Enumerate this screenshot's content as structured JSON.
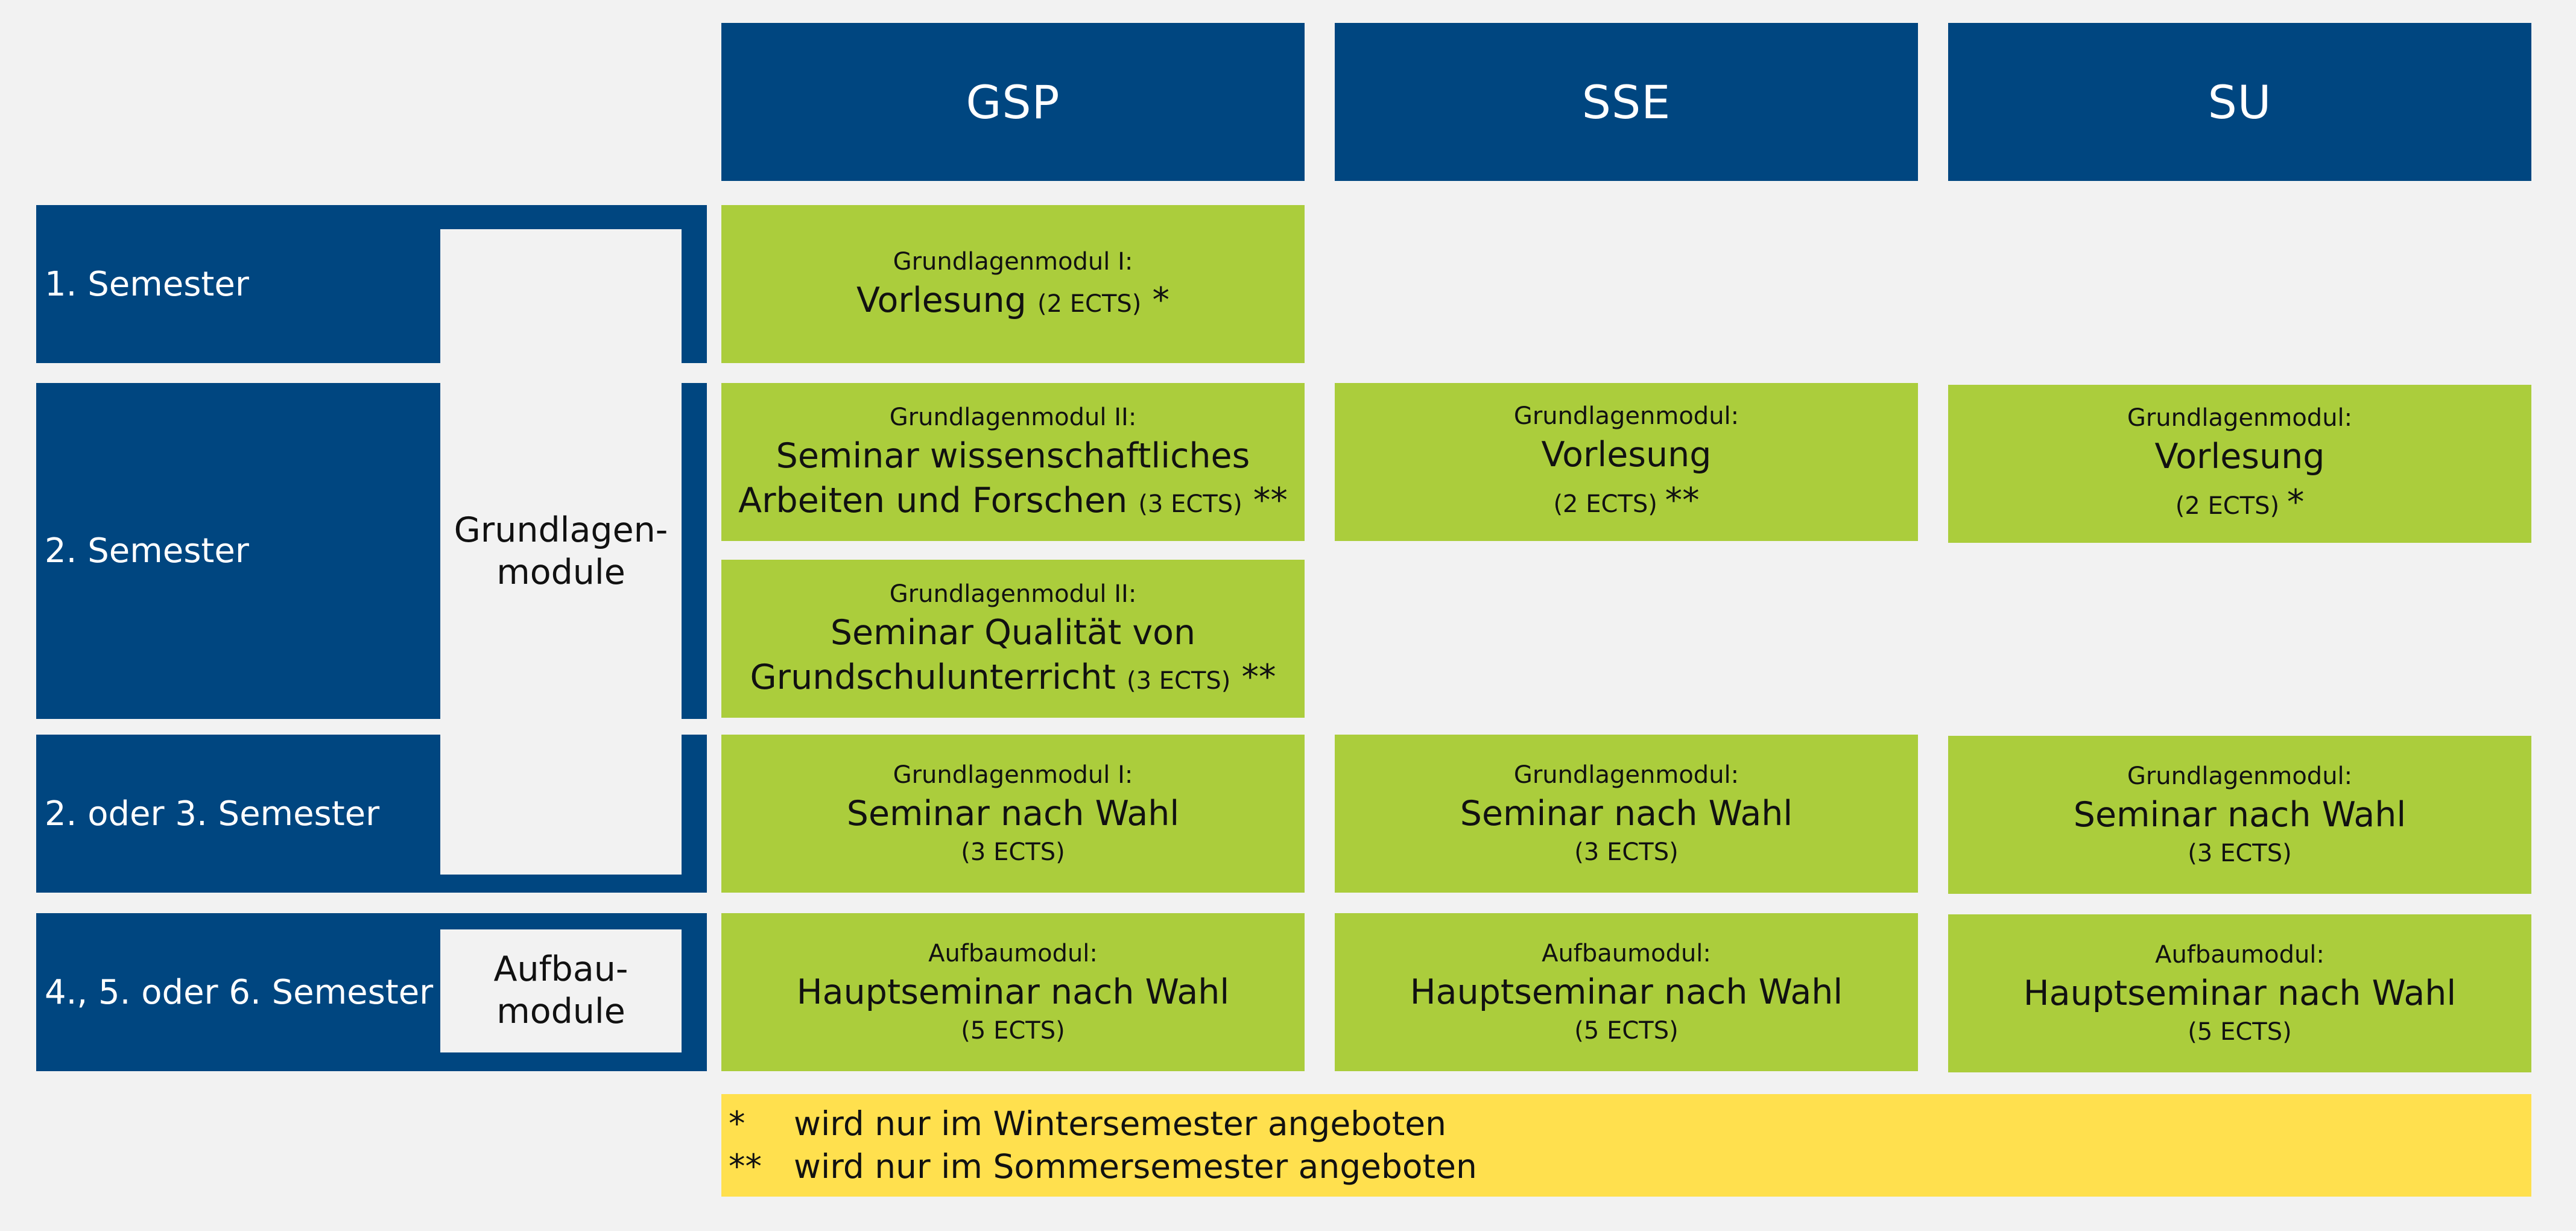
{
  "columns": [
    "GSP",
    "SSE",
    "SU"
  ],
  "semesters": {
    "s1": "1. Semester",
    "s2": "2. Semester",
    "s23": "2. oder 3. Semester",
    "s456": "4., 5. oder 6. Semester"
  },
  "groups": {
    "grundlagen_line1": "Grundlagen-",
    "grundlagen_line2": "module",
    "aufbau_line1": "Aufbau-",
    "aufbau_line2": "module"
  },
  "cells": {
    "gsp_1": {
      "title": "Grundlagenmodul I:",
      "line1": "Vorlesung",
      "ects": "(2 ECTS)",
      "star": "*"
    },
    "gsp_2a": {
      "title": "Grundlagenmodul II:",
      "line1": "Seminar wissenschaftliches",
      "line2": "Arbeiten und Forschen",
      "ects": "(3 ECTS)",
      "star": "**"
    },
    "gsp_2b": {
      "title": "Grundlagenmodul II:",
      "line1": "Seminar Qualität von",
      "line2": "Grundschulunterricht",
      "ects": "(3 ECTS)",
      "star": "**"
    },
    "gsp_3": {
      "title": "Grundlagenmodul I:",
      "line1": "Seminar nach Wahl",
      "ects": "(3 ECTS)"
    },
    "gsp_4": {
      "title": "Aufbaumodul:",
      "line1": "Hauptseminar nach Wahl",
      "ects": "(5 ECTS)"
    },
    "sse_2": {
      "title": "Grundlagenmodul:",
      "line1": "Vorlesung",
      "ects": "(2 ECTS)",
      "star": "**"
    },
    "sse_3": {
      "title": "Grundlagenmodul:",
      "line1": "Seminar nach Wahl",
      "ects": "(3 ECTS)"
    },
    "sse_4": {
      "title": "Aufbaumodul:",
      "line1": "Hauptseminar nach Wahl",
      "ects": "(5 ECTS)"
    },
    "su_2": {
      "title": "Grundlagenmodul:",
      "line1": "Vorlesung",
      "ects": "(2 ECTS)",
      "star": "*"
    },
    "su_3": {
      "title": "Grundlagenmodul:",
      "line1": "Seminar nach Wahl",
      "ects": "(3 ECTS)"
    },
    "su_4": {
      "title": "Aufbaumodul:",
      "line1": "Hauptseminar nach Wahl",
      "ects": "(5 ECTS)"
    }
  },
  "legend": [
    {
      "symbol": "*",
      "text": "wird nur im Wintersemester angeboten"
    },
    {
      "symbol": "**",
      "text": "wird nur im Sommersemester angeboten"
    }
  ],
  "colors": {
    "blue": "#004680",
    "green": "#abcd3c",
    "yellow": "#ffe04e",
    "background": "#f2f2f2"
  }
}
